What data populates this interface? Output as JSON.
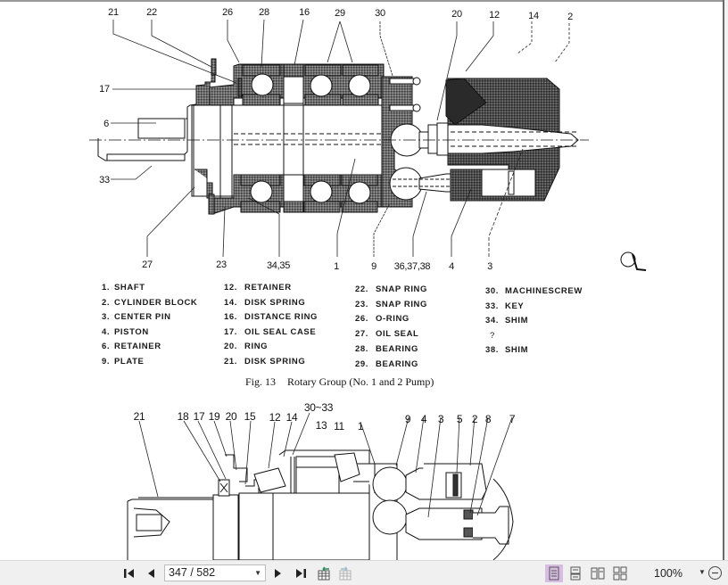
{
  "figure": {
    "caption_fig": "Fig. 13",
    "caption_title": "Rotary Group (No. 1 and 2 Pump)",
    "top_callouts": [
      "21",
      "22",
      "26",
      "28",
      "16",
      "29",
      "30",
      "20",
      "12",
      "14",
      "2",
      "17",
      "6",
      "33",
      "27",
      "23",
      "34,35",
      "1",
      "9",
      "36,37,38",
      "4",
      "3"
    ],
    "bottom_callouts": [
      "21",
      "18",
      "17",
      "19",
      "20",
      "15",
      "12",
      "14",
      "30~33",
      "13",
      "11",
      "1",
      "9",
      "4",
      "3",
      "5",
      "2",
      "8",
      "7"
    ],
    "centerline_symbol": "℄"
  },
  "parts_list": {
    "col1": [
      {
        "num": "1.",
        "name": "SHAFT"
      },
      {
        "num": "2.",
        "name": "CYLINDER BLOCK"
      },
      {
        "num": "3.",
        "name": "CENTER PIN"
      },
      {
        "num": "4.",
        "name": "PISTON"
      },
      {
        "num": "6.",
        "name": "RETAINER"
      },
      {
        "num": "9.",
        "name": "PLATE"
      }
    ],
    "col2": [
      {
        "num": "12.",
        "name": "RETAINER"
      },
      {
        "num": "14.",
        "name": "DISK SPRING"
      },
      {
        "num": "16.",
        "name": "DISTANCE RING"
      },
      {
        "num": "17.",
        "name": "OIL SEAL CASE"
      },
      {
        "num": "20.",
        "name": "RING"
      },
      {
        "num": "21.",
        "name": "DISK SPRING"
      }
    ],
    "col3": [
      {
        "num": "22.",
        "name": "SNAP RING"
      },
      {
        "num": "23.",
        "name": "SNAP RING"
      },
      {
        "num": "26.",
        "name": "O-RING"
      },
      {
        "num": "27.",
        "name": "OIL SEAL"
      },
      {
        "num": "28.",
        "name": "BEARING"
      },
      {
        "num": "29.",
        "name": "BEARING"
      }
    ],
    "col4": [
      {
        "num": "30.",
        "name": "MACHINESCREW"
      },
      {
        "num": "33.",
        "name": "KEY"
      },
      {
        "num": "34.",
        "name": "SHIM"
      },
      {
        "num": "",
        "name": "?"
      },
      {
        "num": "38.",
        "name": "SHIM"
      }
    ]
  },
  "toolbar": {
    "first_page": "first-page",
    "prev_page": "previous-page",
    "page_field": "347 / 582",
    "next_page": "next-page",
    "last_page": "last-page",
    "zoom": "100%",
    "accent": "#d7bde2"
  }
}
